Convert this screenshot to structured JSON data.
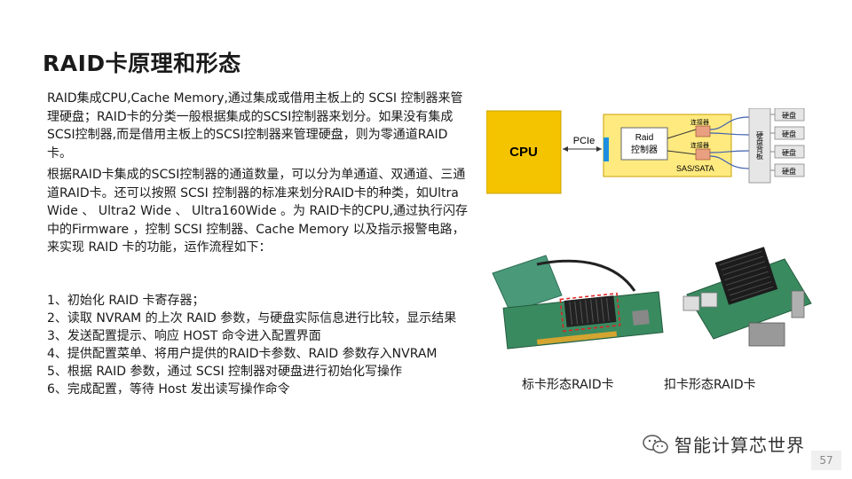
{
  "slide": {
    "title": "RAID卡原理和形态",
    "page_number": "57"
  },
  "body": {
    "paragraph1": "RAID集成CPU,Cache Memory,通过集成或借用主板上的 SCSI 控制器来管理硬盘；RAID卡的分类一般根据集成的SCSI控制器来划分。如果没有集成SCSI控制器,而是借用主板上的SCSI控制器来管理硬盘，则为零通道RAID卡。",
    "paragraph2": "根据RAID卡集成的SCSI控制器的通道数量，可以分为单通道、双通道、三通道RAID卡。还可以按照 SCSI 控制器的标准来划分RAID卡的种类，如Ultra Wide 、 Ultra2 Wide 、 Ultra160Wide 。为 RAID卡的CPU,通过执行闪存中的Firmware ，控制 SCSI 控制器、Cache Memory 以及指示报警电路，来实现 RAID 卡的功能，运作流程如下：",
    "steps": [
      "1、初始化 RAID 卡寄存器；",
      "2、读取 NVRAM 的上次 RAID 参数，与硬盘实际信息进行比较，显示结果",
      "3、发送配置提示、响应 HOST 命令进入配置界面",
      "4、提供配置菜单、将用户提供的RAID卡参数、RAID 参数存入NVRAM",
      "5、根据 RAID 参数，通过 SCSI 控制器对硬盘进行初始化写操作",
      "6、完成配置，等待 Host 发出读写操作命令"
    ]
  },
  "diagram": {
    "cpu_label": "CPU",
    "pcie_label": "PCIe",
    "raid_controller_label_line1": "Raid",
    "raid_controller_label_line2": "控制器",
    "connector_label": "连接器",
    "sas_sata_label": "SAS/SATA",
    "backplane_label": "硬盘背板",
    "disk_label": "硬盘"
  },
  "photos": {
    "caption_standard": "标卡形态RAID卡",
    "caption_mezzanine": "扣卡形态RAID卡"
  },
  "watermark": {
    "text": "智能计算芯世界"
  },
  "colors": {
    "cpu_fill": "#f5c400",
    "cpu_border": "#c8a000",
    "card_fill": "#ffea80",
    "pcie_slot": "#1e8fe0",
    "connector": "#e8a080",
    "wire": "#4060b0",
    "highlight_box": "#e02020",
    "pcb_green": "#3a8a60"
  }
}
